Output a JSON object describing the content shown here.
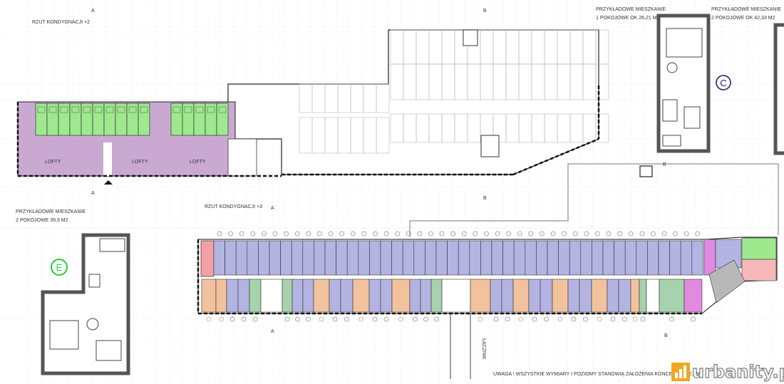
{
  "level2": {
    "title": "RZUT KONDYGNACJI +2",
    "lofts": [
      "LOFTY",
      "LOFTY",
      "LOFTY"
    ]
  },
  "level3": {
    "title": "RZUT KONDYGNACJI +3",
    "connector": "ŁĄCZNIK"
  },
  "section_markers": {
    "a": "A",
    "b": "B"
  },
  "sample_c": {
    "heading": "PRZYKŁADOWE MIESZKANIE",
    "desc": "1 POKOJOWE OK 26,21 M2",
    "badge": "C"
  },
  "sample_2p": {
    "heading": "PRZYKŁADOWE MIESZKANIE",
    "desc": "2 POKOJOWE OK 42,33 M2"
  },
  "sample_e": {
    "heading": "PRZYKŁADOWE MIESZKANIE",
    "desc": "2 POKOJOWE 39,9 M2",
    "badge": "E"
  },
  "note": "UWAGA ! WSZYSTKIE WYMIARY I POZIOMY STANOWIĄ ZAŁOŻENIA KONCEPCYJNE. W",
  "watermark": "urbanity.pl",
  "colors": {
    "purple": "#b4b4e2",
    "loft": "#c9a9d2",
    "green_bright": "#9ee88e",
    "green": "#a6d2ad",
    "orange": "#f2c29c",
    "red": "#f2a0a4",
    "magenta": "#e08ae0",
    "pink": "#f6b8b8",
    "gray": "#b8b8b8",
    "badge_c": "#23236e",
    "badge_e": "#22cc33"
  }
}
